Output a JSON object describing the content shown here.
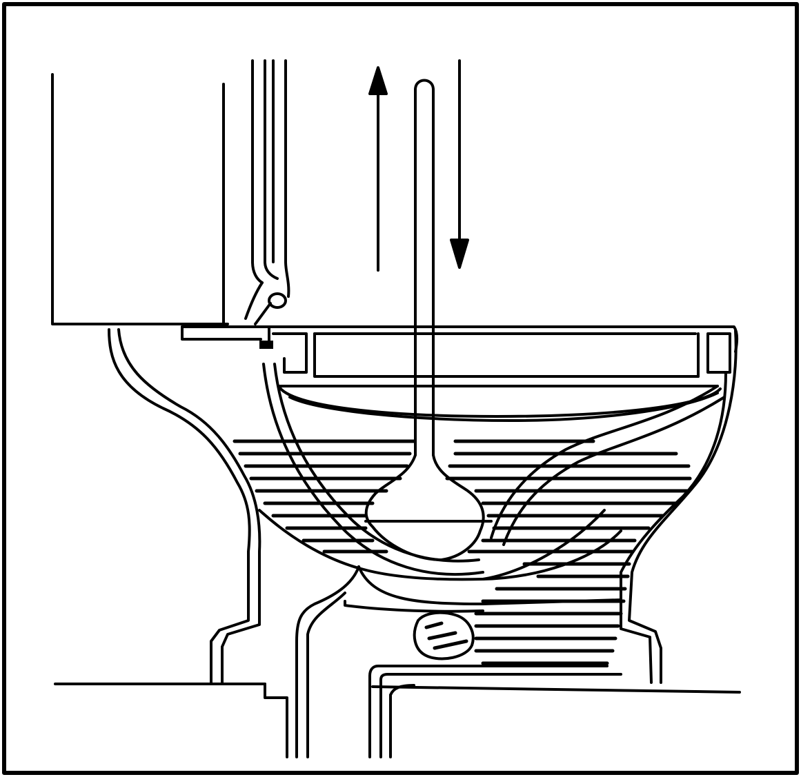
{
  "figure": {
    "description_label": "",
    "colors": {
      "ink": "#000000",
      "paper": "#ffffff"
    },
    "parts": [
      "outer-frame",
      "cistern-tank",
      "flush-valve-assembly",
      "float-rod",
      "float",
      "flush-pipe",
      "bowl",
      "water-hatching",
      "trapway",
      "floor-line",
      "drain-flange",
      "up-arrow",
      "down-arrow"
    ]
  }
}
